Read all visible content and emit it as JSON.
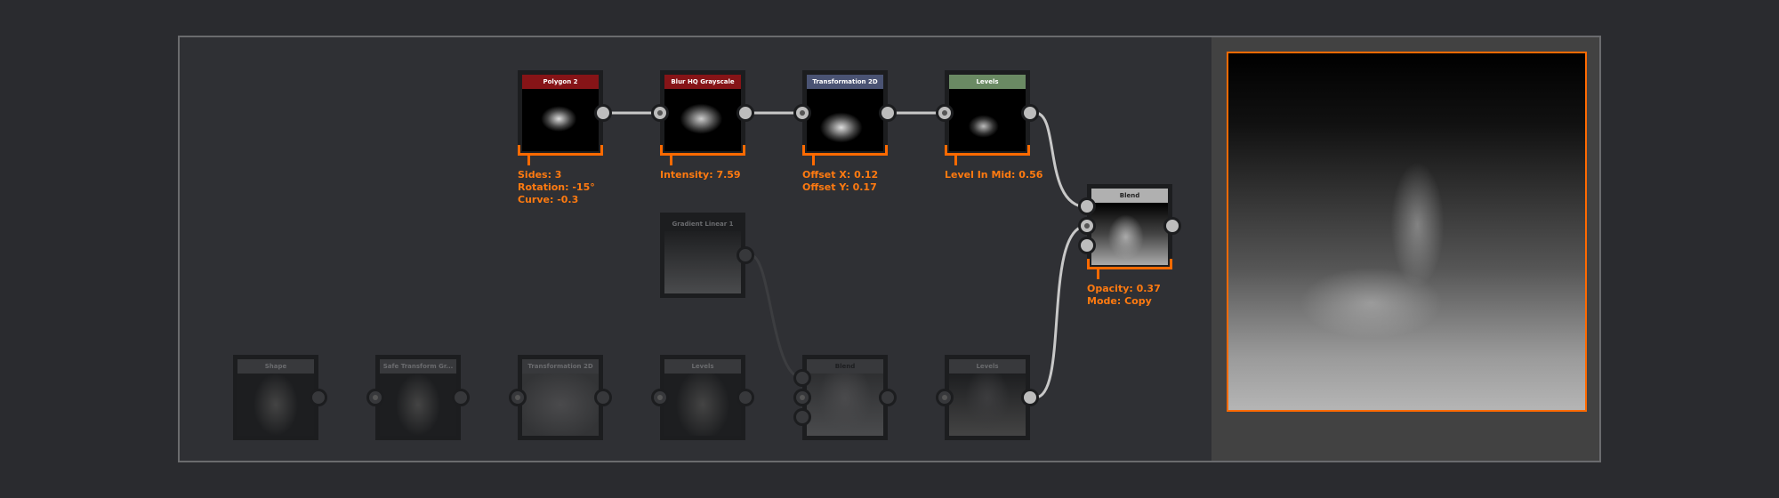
{
  "colors": {
    "accent": "#ff6a00",
    "polygon": "#861417",
    "blur": "#861417",
    "transform": "#4a5373",
    "levels": "#6a8a63",
    "blend": "#b0b0b0"
  },
  "active_nodes": [
    {
      "title": "Polygon 2",
      "params": [
        "Sides: 3",
        "Rotation: -15°",
        "Curve: -0.3"
      ]
    },
    {
      "title": "Blur HQ Grayscale",
      "params": [
        "Intensity: 7.59"
      ]
    },
    {
      "title": "Transformation 2D",
      "params": [
        "Offset X: 0.12",
        "Offset Y: 0.17"
      ]
    },
    {
      "title": "Levels",
      "params": [
        "Level In Mid: 0.56"
      ]
    },
    {
      "title": "Blend",
      "params": [
        "Opacity: 0.37",
        "Mode: Copy"
      ]
    }
  ],
  "inactive_nodes": [
    "Gradient Linear 1",
    "Shape",
    "Safe Transform Gr...",
    "Transformation 2D",
    "Levels",
    "Blend",
    "Levels"
  ]
}
